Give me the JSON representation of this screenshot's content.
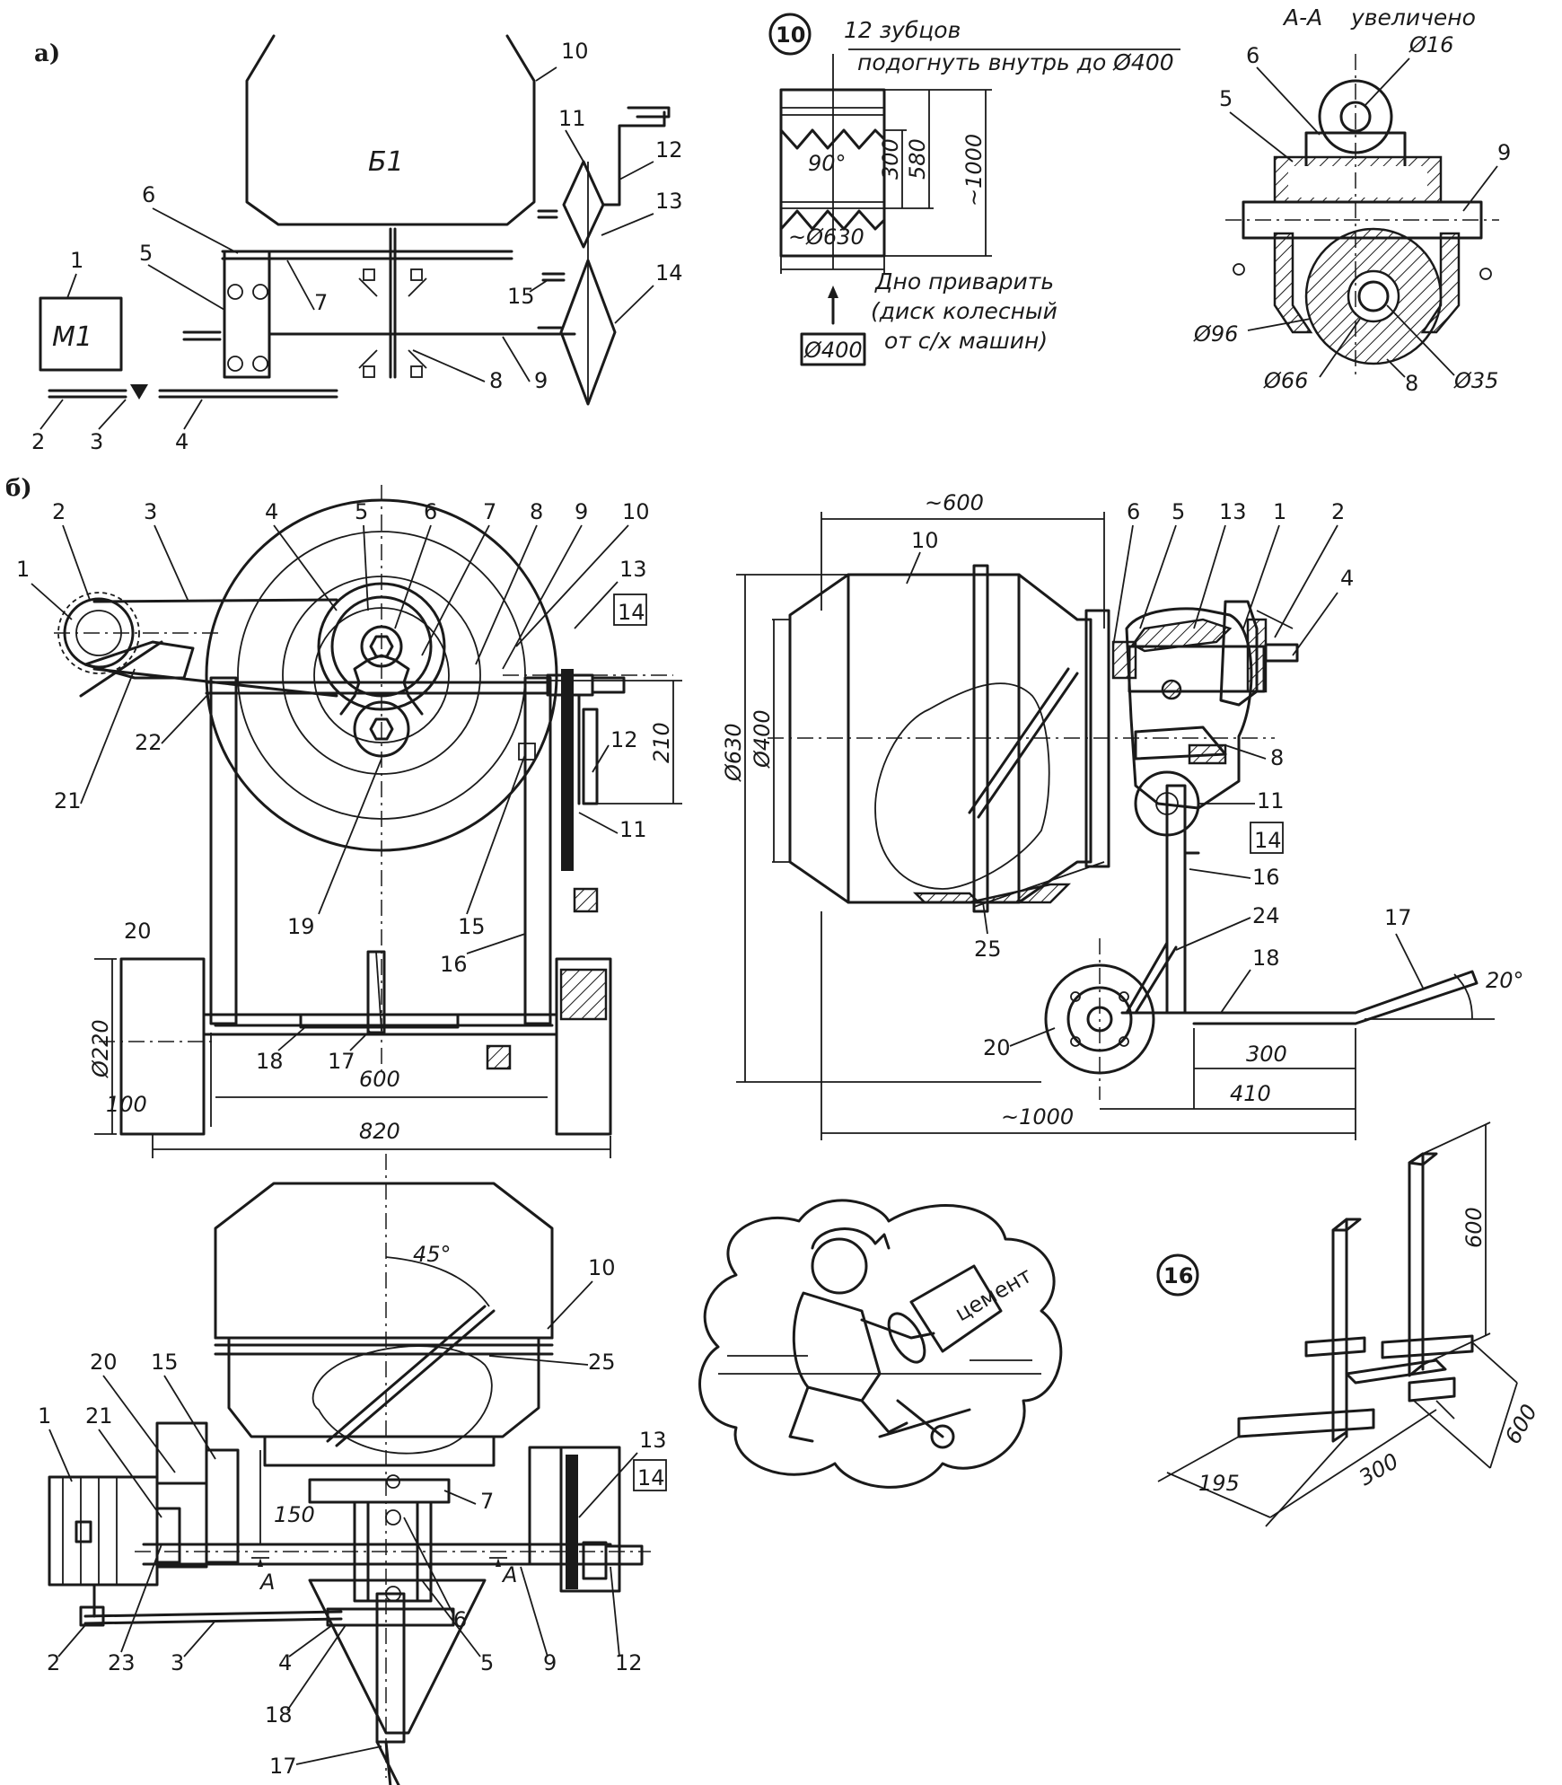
{
  "section_a": {
    "label": "а)",
    "motor": "M1",
    "drum_label": "Б1",
    "callouts": [
      "1",
      "2",
      "3",
      "4",
      "5",
      "6",
      "7",
      "8",
      "9",
      "10",
      "11",
      "12",
      "13",
      "14",
      "15"
    ]
  },
  "detail_10": {
    "badge": "10",
    "teeth_note": "12 зубцов",
    "bend_note": "подогнуть внутрь до Ø400",
    "angle": "90°",
    "dims": [
      "300",
      "580",
      "~1000",
      "~Ø630",
      "Ø400"
    ],
    "weld_note_1": "Дно приварить",
    "weld_note_2": "(диск колесный",
    "weld_note_3": "от с/х машин)"
  },
  "section_AA": {
    "title_1": "А-А",
    "title_2": "увеличено",
    "dims": [
      "Ø16",
      "Ø96",
      "Ø66",
      "Ø35"
    ],
    "callouts": [
      "6",
      "5",
      "9",
      "8"
    ]
  },
  "section_b": {
    "label": "б)",
    "front_callouts": [
      "1",
      "2",
      "3",
      "4",
      "5",
      "6",
      "7",
      "8",
      "9",
      "10",
      "13",
      "14",
      "12",
      "11",
      "21",
      "22",
      "19",
      "15",
      "16",
      "20",
      "18",
      "17"
    ],
    "front_dims": [
      "210",
      "Ø220",
      "100",
      "600",
      "820"
    ],
    "side_dims": [
      "~600",
      "Ø630",
      "Ø400",
      "300",
      "410",
      "~1000",
      "20°"
    ],
    "side_callouts": [
      "10",
      "6",
      "5",
      "13",
      "1",
      "2",
      "4",
      "8",
      "11",
      "14",
      "16",
      "24",
      "18",
      "17",
      "20",
      "25"
    ],
    "top_callouts": [
      "10",
      "25",
      "20",
      "15",
      "1",
      "21",
      "13",
      "14",
      "7",
      "2",
      "23",
      "3",
      "4",
      "18",
      "17",
      "5",
      "6",
      "9",
      "12"
    ],
    "top_dims": [
      "45°",
      "150"
    ],
    "section_marks": [
      "А",
      "А"
    ]
  },
  "detail_16": {
    "badge": "16",
    "dims": [
      "600",
      "600",
      "195",
      "300"
    ]
  },
  "cartoon": {
    "drum_text": "цемент"
  }
}
